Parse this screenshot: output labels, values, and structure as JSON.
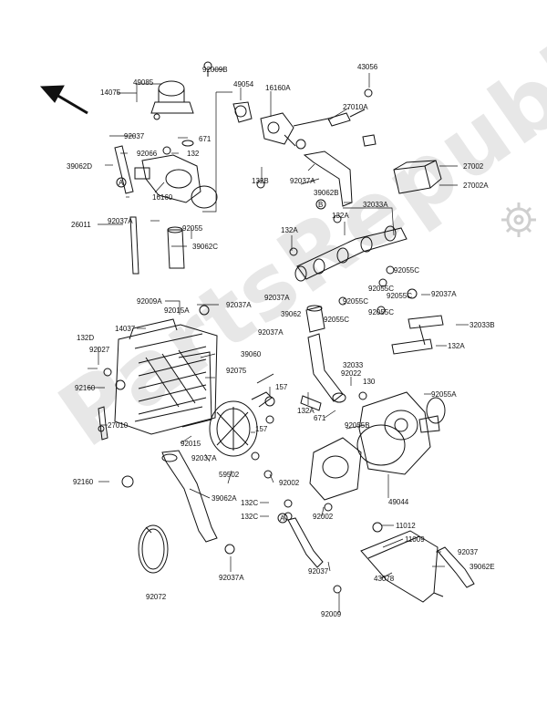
{
  "watermark": "PartsRepublik",
  "labels": {
    "p92009b": "92009B",
    "p49085": "49085",
    "p14075": "14075",
    "p49054": "49054",
    "p16160a": "16160A",
    "p43056": "43056",
    "p27010a": "27010A",
    "p92037_a": "92037",
    "p671_a": "671",
    "p92066": "92066",
    "p132": "132",
    "p39062d": "39062D",
    "pA_a": "A",
    "p16160": "16160",
    "p132b": "132B",
    "p92037a_a": "92037A",
    "pB_a": "B",
    "p39062b": "39062B",
    "p32033a": "32033A",
    "p27002": "27002",
    "p27002a": "27002A",
    "p92037a_b": "92037A",
    "p92055": "92055",
    "p39062c": "39062C",
    "p26011": "26011",
    "p132a_a": "132A",
    "p132a_b": "132A",
    "p92055c_a": "92055C",
    "p92055c_b": "92055C",
    "p92055c_c": "92055C",
    "p92055c_d": "92055C",
    "p92037a_c": "92037A",
    "p92055c_e": "92055C",
    "p92037a_d": "92037A",
    "p39062": "39062",
    "p92037a_e": "92037A",
    "p32033b": "32033B",
    "p132a_c": "132A",
    "p92009a": "92009A",
    "p92015a": "92015A",
    "p92037a_f": "92037A",
    "p14037": "14037",
    "p132d": "132D",
    "p92027": "92027",
    "p39060": "39060",
    "p32033": "32033",
    "p92022": "92022",
    "p92075": "92075",
    "p130": "130",
    "p92160_a": "92160",
    "p157_a": "157",
    "p132a_d": "132A",
    "p671_b": "671",
    "p92055a": "92055A",
    "p27010": "27010",
    "p157_b": "157",
    "p92055b": "92055B",
    "p92015": "92015",
    "p92037a_g": "92037A",
    "p59502": "59502",
    "p92160_b": "92160",
    "p92002_a": "92002",
    "p39062a": "39062A",
    "p132c_a": "132C",
    "p132c_b": "132C",
    "p92002_b": "92002",
    "p49044": "49044",
    "pA_b": "A",
    "p11012": "11012",
    "p11009": "11009",
    "p92037_b": "92037",
    "p39062e": "39062E",
    "p92072": "92072",
    "p92037a_h": "92037A",
    "p92037_c": "92037",
    "p43078": "43078",
    "p92009": "92009"
  }
}
